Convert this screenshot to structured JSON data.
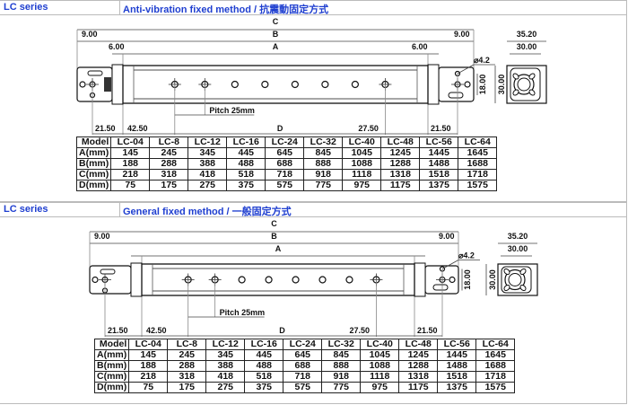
{
  "sections": [
    {
      "series": "LC series",
      "method": "Anti-vibration fixed method / 抗震動固定方式",
      "dims": {
        "C": "C",
        "B": "B",
        "A": "A",
        "D": "D",
        "left_9": "9.00",
        "right_9": "9.00",
        "left_6": "6.00",
        "right_6": "6.00",
        "hole": "⌀4.2",
        "pitch": "Pitch 25mm",
        "l_2150": "21.50",
        "l_4250": "42.50",
        "r_2750": "27.50",
        "r_2150": "21.50",
        "h_18": "18.00",
        "h_30": "30.00",
        "w_3520": "35.20",
        "w_30": "30.00"
      },
      "table": {
        "header": [
          "Model",
          "LC-04",
          "LC-8",
          "LC-12",
          "LC-16",
          "LC-24",
          "LC-32",
          "LC-40",
          "LC-48",
          "LC-56",
          "LC-64"
        ],
        "rows": [
          [
            "A(mm)",
            "145",
            "245",
            "345",
            "445",
            "645",
            "845",
            "1045",
            "1245",
            "1445",
            "1645"
          ],
          [
            "B(mm)",
            "188",
            "288",
            "388",
            "488",
            "688",
            "888",
            "1088",
            "1288",
            "1488",
            "1688"
          ],
          [
            "C(mm)",
            "218",
            "318",
            "418",
            "518",
            "718",
            "918",
            "1118",
            "1318",
            "1518",
            "1718"
          ],
          [
            "D(mm)",
            "75",
            "175",
            "275",
            "375",
            "575",
            "775",
            "975",
            "1175",
            "1375",
            "1575"
          ]
        ]
      }
    },
    {
      "series": "LC series",
      "method": "General fixed method / 一般固定方式",
      "dims": {
        "C": "C",
        "B": "B",
        "A": "A",
        "D": "D",
        "left_9": "9.00",
        "right_9": "9.00",
        "hole": "⌀4.2",
        "pitch": "Pitch 25mm",
        "l_2150": "21.50",
        "l_4250": "42.50",
        "r_2750": "27.50",
        "r_2150": "21.50",
        "h_18": "18.00",
        "h_30": "30.00",
        "w_3520": "35.20",
        "w_30": "30.00"
      },
      "table": {
        "header": [
          "Model",
          "LC-04",
          "LC-8",
          "LC-12",
          "LC-16",
          "LC-24",
          "LC-32",
          "LC-40",
          "LC-48",
          "LC-56",
          "LC-64"
        ],
        "rows": [
          [
            "A(mm)",
            "145",
            "245",
            "345",
            "445",
            "645",
            "845",
            "1045",
            "1245",
            "1445",
            "1645"
          ],
          [
            "B(mm)",
            "188",
            "288",
            "388",
            "488",
            "688",
            "888",
            "1088",
            "1288",
            "1488",
            "1688"
          ],
          [
            "C(mm)",
            "218",
            "318",
            "418",
            "518",
            "718",
            "918",
            "1118",
            "1318",
            "1518",
            "1718"
          ],
          [
            "D(mm)",
            "75",
            "175",
            "275",
            "375",
            "575",
            "775",
            "975",
            "1175",
            "1375",
            "1575"
          ]
        ]
      }
    }
  ]
}
